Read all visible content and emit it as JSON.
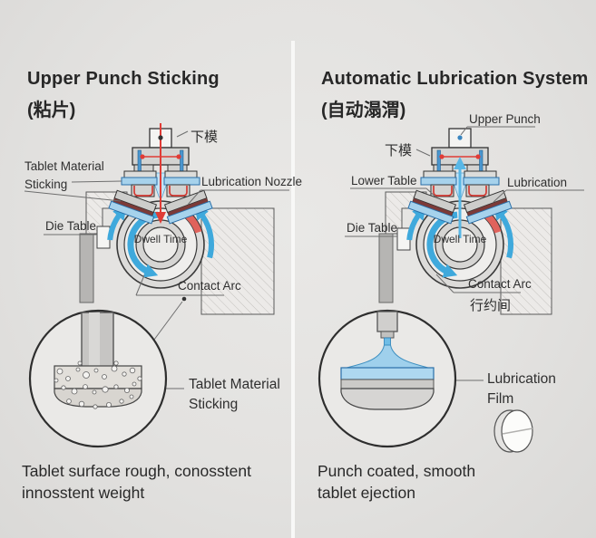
{
  "colors": {
    "background": "#e3e2e0",
    "divider": "#f8f8f7",
    "accent_blue": "#3fa9dc",
    "accent_red": "#dd4038",
    "text": "#2b2b2b"
  },
  "left_panel": {
    "title": "Upper Punch Sticking",
    "subtitle": "(粘片)",
    "labels": {
      "die_cn": "下模",
      "sticking_line1": "Tablet Material",
      "sticking_line2": "Sticking",
      "lubrication_nozzle": "Lubrication Nozzle",
      "die_table": "Die Table",
      "dwell_time": "Dwell Time",
      "contact_arc": "Contact Arc",
      "zoom_line1": "Tablet Material",
      "zoom_line2": "Sticking"
    },
    "caption_line1": "Tablet surface rough, conosstent",
    "caption_line2": "innosstent weight"
  },
  "right_panel": {
    "title": "Automatic Lubrication System",
    "subtitle": "(自动溻渭)",
    "labels": {
      "upper_punch": "Upper Punch",
      "die_cn": "下模",
      "lower_table": "Lower Table",
      "lubrication": "Lubrication",
      "die_table": "Die Table",
      "dwell_time": "Dwell Time",
      "contact_arc": "Contact Arc",
      "contact_arc_cn": "行约间",
      "zoom_line1": "Lubrication",
      "zoom_line2": "Film"
    },
    "caption_line1": "Punch coated, smooth",
    "caption_line2": "tablet ejection"
  }
}
